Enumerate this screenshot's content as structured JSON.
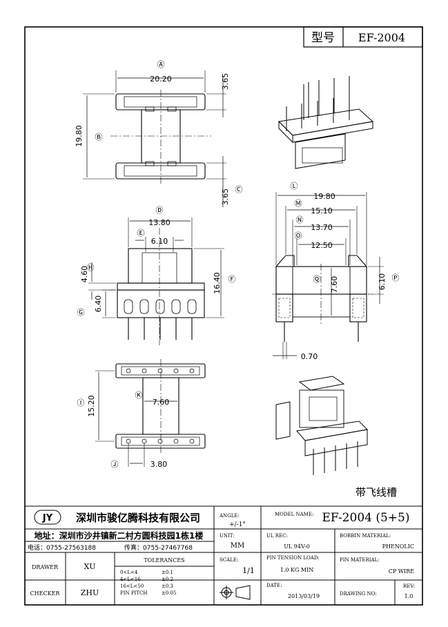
{
  "header": {
    "type_label": "型号",
    "model": "EF-2004"
  },
  "dims": {
    "A": "20.20",
    "A_tag": "Ⓐ",
    "top_gap": "3.65",
    "B": "19.80",
    "B_tag": "Ⓑ",
    "bottom_gap": "3.65",
    "C_tag": "Ⓒ",
    "D": "13.80",
    "D_tag": "Ⓓ",
    "E": "6.10",
    "E_tag": "Ⓔ",
    "F": "16.40",
    "F_tag": "Ⓕ",
    "G": "6.40",
    "G_tag": "Ⓖ",
    "H": "4.60",
    "H_tag": "Ⓗ",
    "I": "15.20",
    "I_tag": "Ⓘ",
    "J": "3.80",
    "J_tag": "Ⓙ",
    "K": "7.60",
    "K_tag": "Ⓚ",
    "L": "19.80",
    "L_tag": "Ⓛ",
    "M": "15.10",
    "M_tag": "Ⓜ",
    "N": "13.70",
    "N_tag": "Ⓝ",
    "O": "12.50",
    "O_tag": "Ⓞ",
    "P": "6.10",
    "P_tag": "Ⓟ",
    "Q": "7.60",
    "Q_tag": "Ⓠ",
    "pin": "0.70"
  },
  "note": "带飞线槽",
  "title_block": {
    "logo": "JY",
    "company": "深圳市骏亿腾科技有限公司",
    "address": "地址：深圳市沙井镇新二村方圆科技园1栋1楼",
    "phone": "电话：0755-27563188",
    "fax": "传真：0755-27467768",
    "drawer_label": "DRAWER",
    "drawer": "XU",
    "checker_label": "CHECKER",
    "checker": "ZHU",
    "tolerances_label": "TOLERANCES",
    "tol_rows": [
      {
        "range": "0<L<4",
        "tol": "±0.1"
      },
      {
        "range": "4<L<16",
        "tol": "±0.2"
      },
      {
        "range": "16<L<50",
        "tol": "±0.3"
      },
      {
        "range": "PIN PITCH",
        "tol": "±0.05"
      }
    ],
    "angle_label": "ANGLE:",
    "angle": "+/-1°",
    "unit_label": "UNIT:",
    "unit": "MM",
    "scale_label": "SCALE:",
    "scale": "1/1",
    "model_label": "MODEL NAME:",
    "model": "EF-2004 (5+5)",
    "ul_label": "UL REC:",
    "ul": "UL 94V-0",
    "tension_label": "PIN TENSION LOAD:",
    "tension": "1.0 KG MIN",
    "date_label": "DATE:",
    "date": "2013/03/19",
    "bobbin_label": "BOBBIN MATERIAL:",
    "bobbin": "PHENOLIC",
    "pinmat_label": "PIN MATERIAL:",
    "pinmat": "CP WIRE",
    "drawing_label": "DRAWING NO:",
    "drawing": "",
    "rev_label": "REV:",
    "rev": "1.0"
  }
}
